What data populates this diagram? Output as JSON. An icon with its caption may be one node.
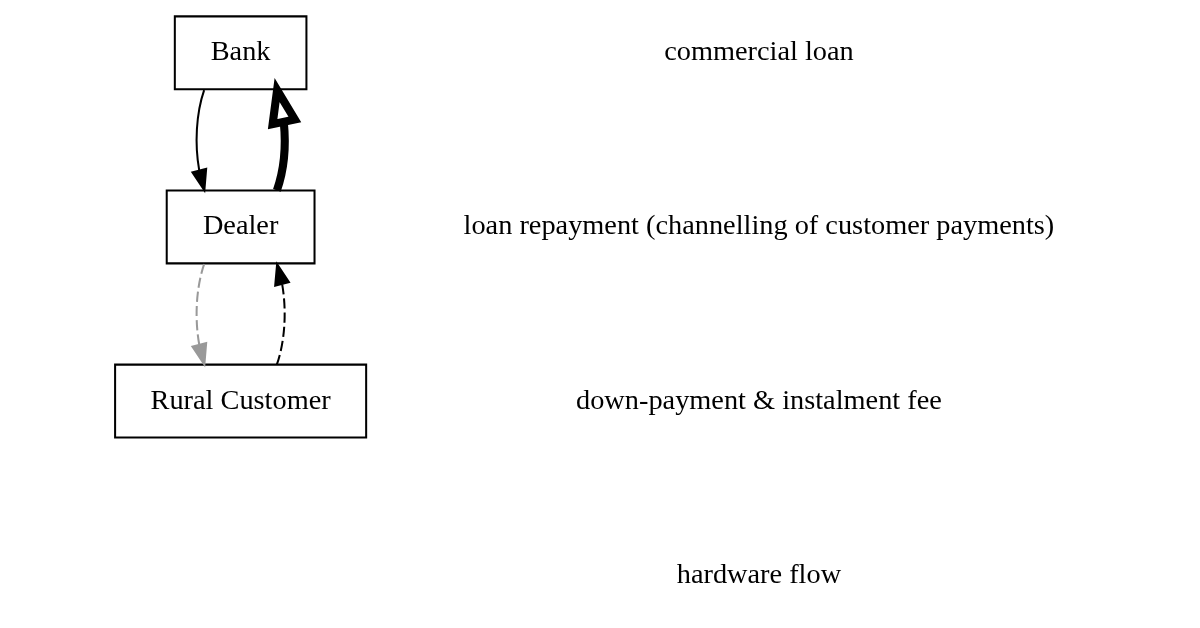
{
  "diagram": {
    "nodes": [
      {
        "text": [
          "Bank"
        ]
      },
      {
        "text": [
          "Dealer"
        ]
      },
      {
        "text": [
          "Rural Customer"
        ]
      }
    ],
    "edges": [
      {
        "from": 0,
        "to": 1,
        "arrow": "to"
      },
      {
        "from": 1,
        "to": 0,
        "arrow": "to",
        "style": "thick"
      },
      {
        "from": 1,
        "to": 2,
        "arrow": "to",
        "style": "dashed",
        "color": "#999999"
      },
      {
        "from": 2,
        "to": 1,
        "arrow": "to",
        "style": "dashed"
      }
    ],
    "legend": [
      {
        "text": "commercial loan"
      },
      {
        "text": "loan repayment (channelling of customer payments)"
      },
      {
        "text": "down-payment & instalment fee"
      },
      {
        "text": "hardware flow"
      }
    ]
  }
}
